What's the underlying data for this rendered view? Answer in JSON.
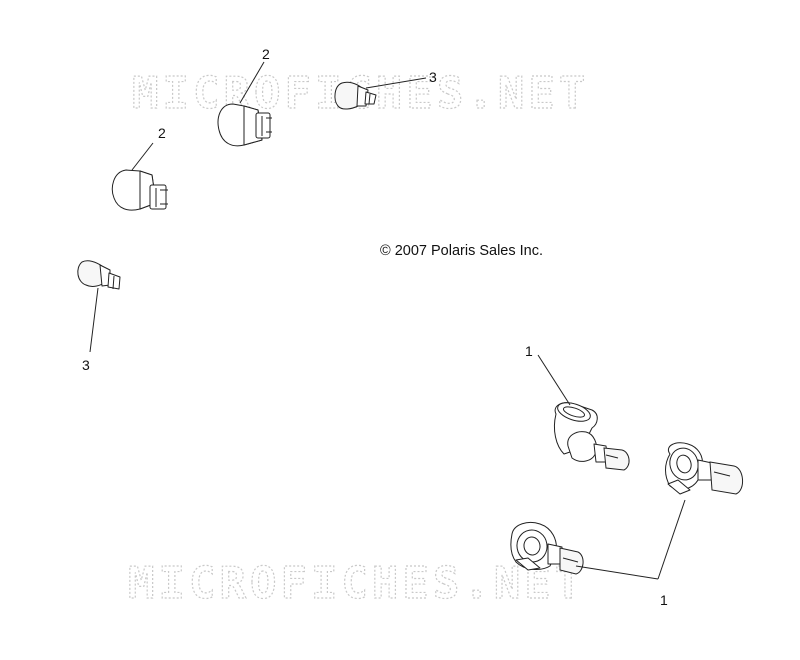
{
  "watermark": "MICROFICHES.NET",
  "copyright": "© 2007 Polaris Sales Inc.",
  "callouts": [
    "1",
    "1",
    "2",
    "2",
    "3",
    "3"
  ]
}
